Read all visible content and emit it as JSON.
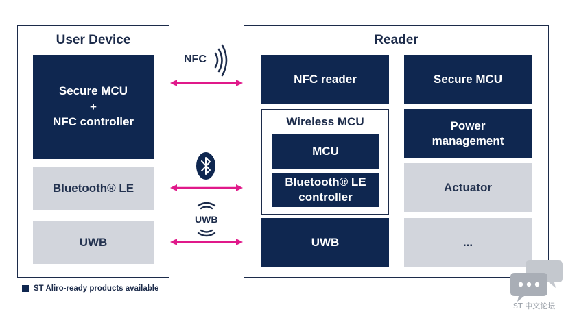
{
  "user_device": {
    "title": "User Device",
    "boxes": [
      {
        "label": "Secure MCU\n+\nNFC controller",
        "style": "navy"
      },
      {
        "label": "Bluetooth® LE",
        "style": "grey"
      },
      {
        "label": "UWB",
        "style": "grey"
      }
    ]
  },
  "reader": {
    "title": "Reader",
    "nfc_reader": "NFC reader",
    "secure_mcu": "Secure MCU",
    "wireless_mcu": {
      "title": "Wireless MCU",
      "mcu": "MCU",
      "ble_controller": "Bluetooth® LE\ncontroller"
    },
    "power_management": "Power\nmanagement",
    "uwb": "UWB",
    "actuator": "Actuator",
    "ellipsis": "..."
  },
  "links": {
    "nfc_label": "NFC",
    "uwb_label": "UWB"
  },
  "icons": [
    "nfc-icon",
    "bluetooth-icon",
    "uwb-icon",
    "chat-bubbles-icon"
  ],
  "legend": {
    "text": "ST Aliro-ready products available"
  },
  "watermark": {
    "text": "ST 中文论坛"
  },
  "colors": {
    "navy": "#0f2750",
    "grey": "#d2d5dc",
    "arrow": "#e0198a",
    "frame": "#f3d34a"
  }
}
